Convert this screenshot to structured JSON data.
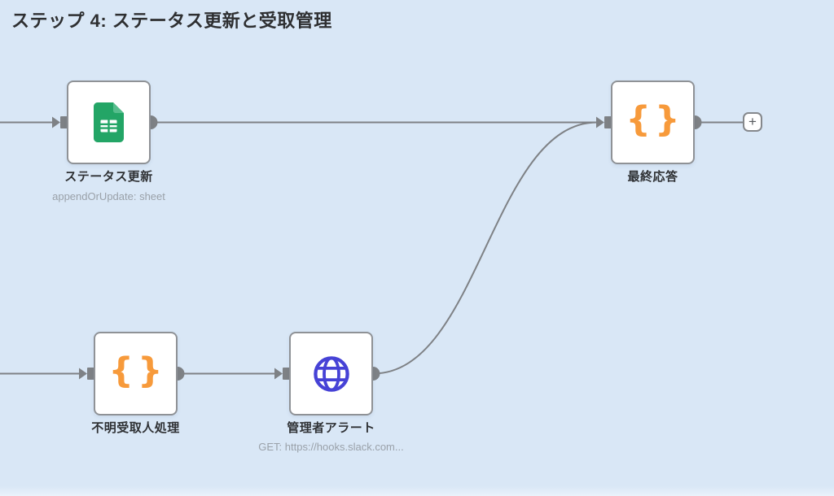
{
  "page": {
    "title": "ステップ 4: ステータス更新と受取管理"
  },
  "nodes": [
    {
      "id": "status-update",
      "label": "ステータス更新",
      "subtitle": "appendOrUpdate: sheet",
      "icon": "google-sheets-icon"
    },
    {
      "id": "final-response",
      "label": "最終応答",
      "subtitle": "",
      "icon": "code-braces-icon"
    },
    {
      "id": "unknown-recipient",
      "label": "不明受取人処理",
      "subtitle": "",
      "icon": "code-braces-icon"
    },
    {
      "id": "admin-alert",
      "label": "管理者アラート",
      "subtitle": "GET: https://hooks.slack.com...",
      "icon": "globe-icon"
    }
  ],
  "icons": {
    "braces_glyph": "{}",
    "plus_glyph": "+"
  },
  "colors": {
    "canvas_background": "#d9e7f6",
    "node_border": "#8f9296",
    "connection_line": "#7e8185",
    "braces_orange": "#f79a3b",
    "sheets_green": "#23a566",
    "globe_indigo": "#4642d6",
    "label_text": "#2f3134",
    "subtitle_text": "#9aa1a9"
  }
}
